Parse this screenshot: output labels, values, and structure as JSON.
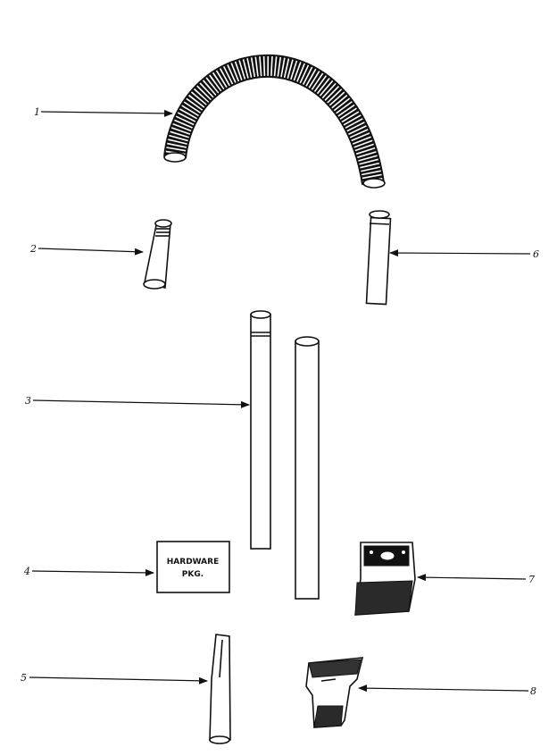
{
  "callouts": [
    {
      "id": "1",
      "label": "1"
    },
    {
      "id": "2",
      "label": "2"
    },
    {
      "id": "3",
      "label": "3"
    },
    {
      "id": "4",
      "label": "4"
    },
    {
      "id": "5",
      "label": "5"
    },
    {
      "id": "6",
      "label": "6"
    },
    {
      "id": "7",
      "label": "7"
    },
    {
      "id": "8",
      "label": "8"
    }
  ],
  "hardware_package": {
    "line1": "HARDWARE",
    "line2": "PKG."
  },
  "colors": {
    "ink": "#111111",
    "paper": "#ffffff"
  }
}
